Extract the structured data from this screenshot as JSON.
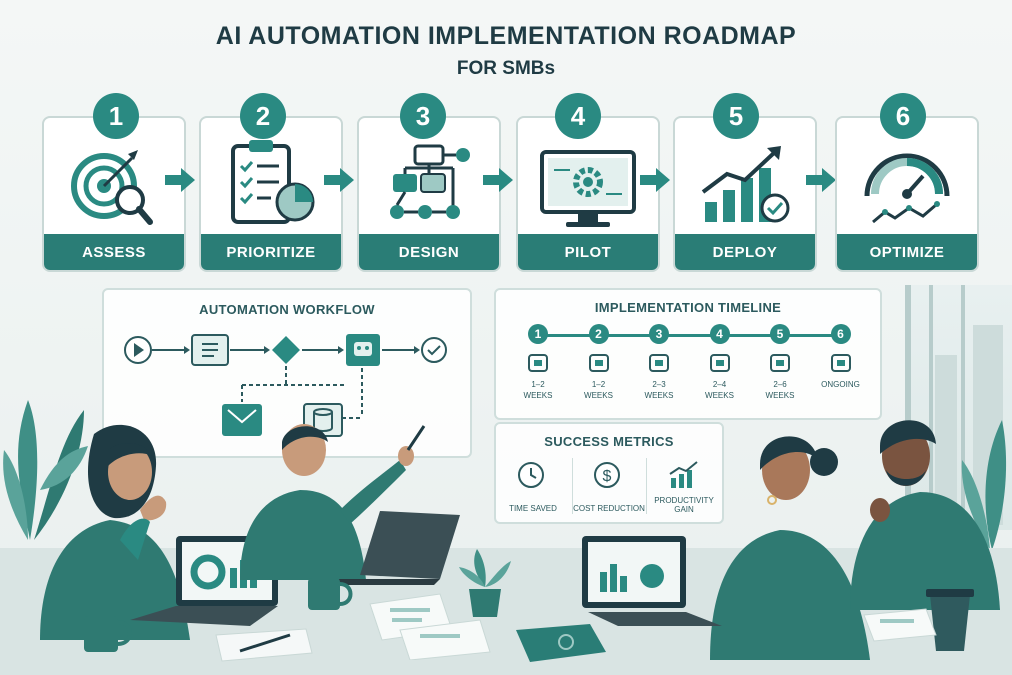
{
  "header": {
    "title": "AI AUTOMATION IMPLEMENTATION ROADMAP",
    "subtitle": "FOR SMBs"
  },
  "steps": [
    {
      "number": "1",
      "label": "ASSESS",
      "icon": "target-magnifier-icon"
    },
    {
      "number": "2",
      "label": "PRIORITIZE",
      "icon": "clipboard-checklist-icon"
    },
    {
      "number": "3",
      "label": "DESIGN",
      "icon": "flowchart-icon"
    },
    {
      "number": "4",
      "label": "PILOT",
      "icon": "monitor-gear-icon"
    },
    {
      "number": "5",
      "label": "DEPLOY",
      "icon": "growth-chart-icon"
    },
    {
      "number": "6",
      "label": "OPTIMIZE",
      "icon": "gauge-icon"
    }
  ],
  "workflow": {
    "title": "AUTOMATION WORKFLOW"
  },
  "timeline": {
    "title": "IMPLEMENTATION TIMELINE",
    "items": [
      {
        "number": "1",
        "duration_line1": "1–2",
        "duration_line2": "WEEKS"
      },
      {
        "number": "2",
        "duration_line1": "1–2",
        "duration_line2": "WEEKS"
      },
      {
        "number": "3",
        "duration_line1": "2–3",
        "duration_line2": "WEEKS"
      },
      {
        "number": "4",
        "duration_line1": "2–4",
        "duration_line2": "WEEKS"
      },
      {
        "number": "5",
        "duration_line1": "2–6",
        "duration_line2": "WEEKS"
      },
      {
        "number": "6",
        "duration_line1": "ONGOING",
        "duration_line2": ""
      }
    ]
  },
  "metrics": {
    "title": "SUCCESS METRICS",
    "items": [
      {
        "label": "TIME SAVED",
        "icon": "clock-icon"
      },
      {
        "label": "COST REDUCTION",
        "icon": "dollar-icon"
      },
      {
        "label": "PRODUCTIVITY GAIN",
        "icon": "chart-icon"
      }
    ]
  },
  "colors": {
    "accent": "#2a8a82",
    "label_bg": "#2a7d76",
    "title": "#1f3b44"
  }
}
